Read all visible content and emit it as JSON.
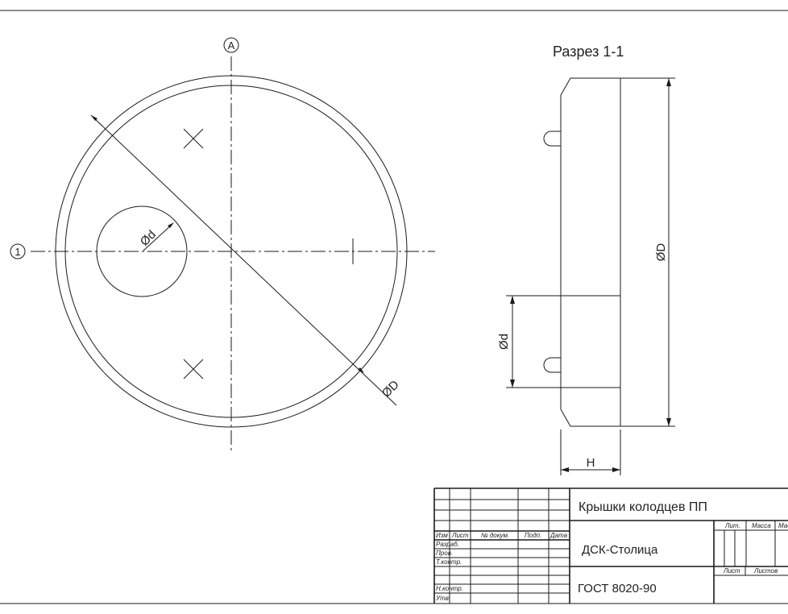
{
  "plan": {
    "axis_a_label": "A",
    "axis_1_label": "1",
    "dim_small_hole": "Ød",
    "dim_outer": "ØD"
  },
  "section": {
    "title": "Разрез 1-1",
    "dim_height": "ØD",
    "dim_hole": "Ød",
    "dim_thickness": "H"
  },
  "title_block": {
    "product_name": "Крышки колодцев ПП",
    "organization": "ДСК-Столица",
    "standard": "ГОСТ 8020-90",
    "col_headers": [
      "Изм",
      "Лист",
      "№ докум.",
      "Подп.",
      "Дата"
    ],
    "row_labels": [
      "Разраб.",
      "Пров.",
      "Т.контр.",
      "",
      "Н.контр.",
      "Утв."
    ],
    "right_headers": [
      "Лит.",
      "Масса",
      "Масштаб"
    ],
    "sheet_label": "Лист",
    "sheets_label": "Листов"
  }
}
